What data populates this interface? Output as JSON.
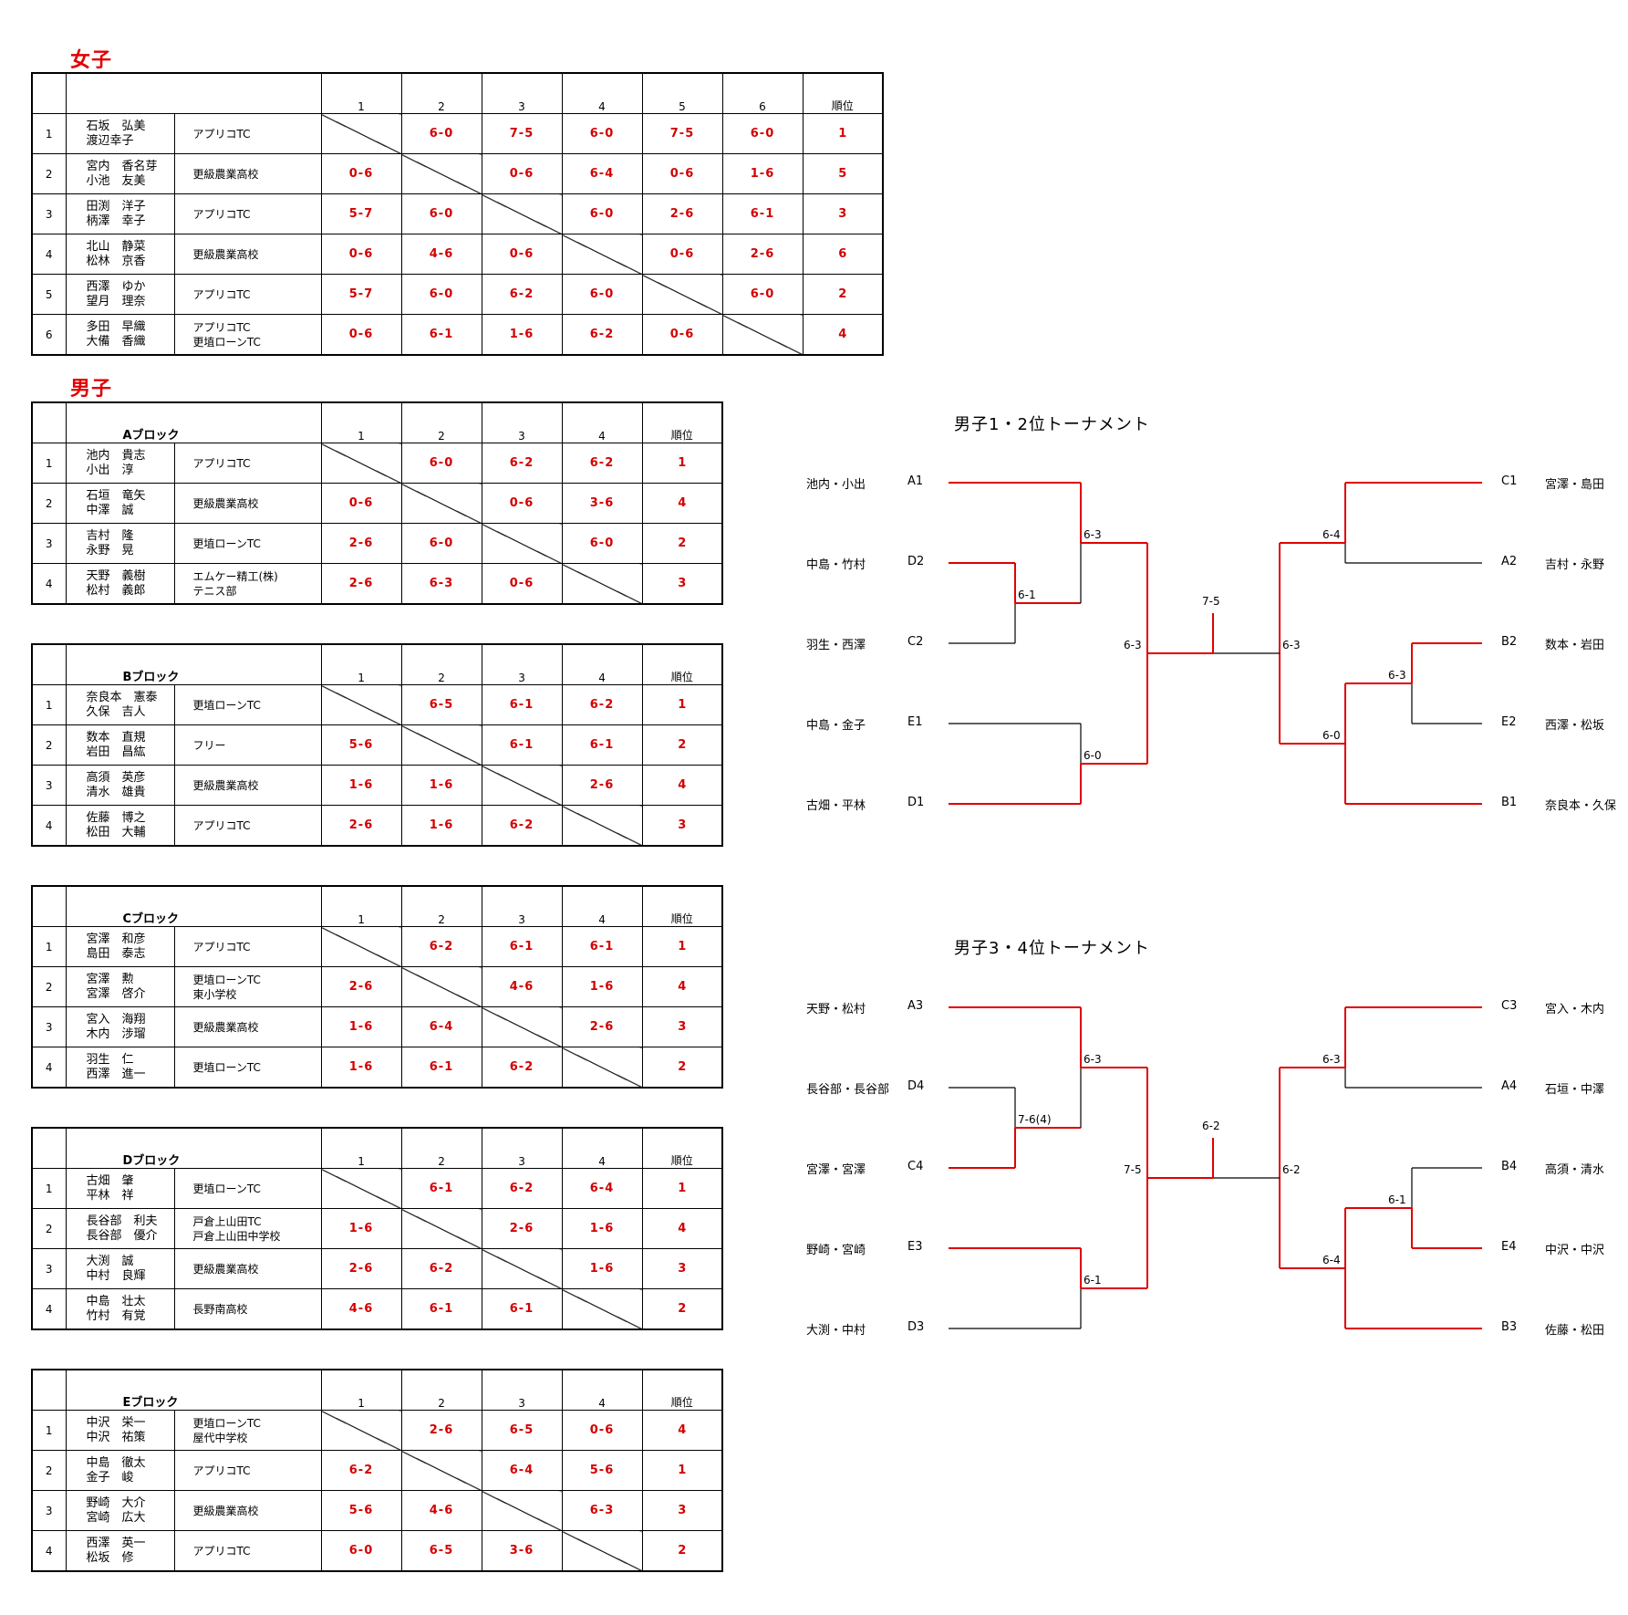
{
  "women": {
    "title": "女子",
    "columns": [
      "1",
      "2",
      "3",
      "4",
      "5",
      "6",
      "順位"
    ],
    "rows": [
      {
        "no": "1",
        "p1": "石坂　弘美",
        "p2": "渡辺幸子",
        "c1": "アプリコTC",
        "c2": "",
        "scores": [
          "",
          "6-0",
          "7-5",
          "6-0",
          "7-5",
          "6-0"
        ],
        "rank": "1"
      },
      {
        "no": "2",
        "p1": "宮内　香名芽",
        "p2": "小池　友美",
        "c1": "更級農業高校",
        "c2": "",
        "scores": [
          "0-6",
          "",
          "0-6",
          "6-4",
          "0-6",
          "1-6"
        ],
        "rank": "5"
      },
      {
        "no": "3",
        "p1": "田渕　洋子",
        "p2": "柄澤　幸子",
        "c1": "アプリコTC",
        "c2": "",
        "scores": [
          "5-7",
          "6-0",
          "",
          "6-0",
          "2-6",
          "6-1"
        ],
        "rank": "3"
      },
      {
        "no": "4",
        "p1": "北山　静菜",
        "p2": "松林　京香",
        "c1": "更級農業高校",
        "c2": "",
        "scores": [
          "0-6",
          "4-6",
          "0-6",
          "",
          "0-6",
          "2-6"
        ],
        "rank": "6"
      },
      {
        "no": "5",
        "p1": "西澤　ゆか",
        "p2": "望月　理奈",
        "c1": "アプリコTC",
        "c2": "",
        "scores": [
          "5-7",
          "6-0",
          "6-2",
          "6-0",
          "",
          "6-0"
        ],
        "rank": "2"
      },
      {
        "no": "6",
        "p1": "多田　早織",
        "p2": "大備　香織",
        "c1": "アプリコTC",
        "c2": "更埴ローンTC",
        "scores": [
          "0-6",
          "6-1",
          "1-6",
          "6-2",
          "0-6",
          ""
        ],
        "rank": "4"
      }
    ]
  },
  "men": {
    "title": "男子",
    "columns": [
      "1",
      "2",
      "3",
      "4",
      "順位"
    ],
    "blocks": [
      {
        "name": "Aブロック",
        "rows": [
          {
            "no": "1",
            "p1": "池内　貴志",
            "p2": "小出　淳",
            "c1": "アプリコTC",
            "c2": "",
            "scores": [
              "",
              "6-0",
              "6-2",
              "6-2"
            ],
            "rank": "1"
          },
          {
            "no": "2",
            "p1": "石垣　竜矢",
            "p2": "中澤　誠",
            "c1": "更級農業高校",
            "c2": "",
            "scores": [
              "0-6",
              "",
              "0-6",
              "3-6"
            ],
            "rank": "4"
          },
          {
            "no": "3",
            "p1": "吉村　隆",
            "p2": "永野　晃",
            "c1": "更埴ローンTC",
            "c2": "",
            "scores": [
              "2-6",
              "6-0",
              "",
              "6-0"
            ],
            "rank": "2"
          },
          {
            "no": "4",
            "p1": "天野　義樹",
            "p2": "松村　義郎",
            "c1": "エムケー精工(株)",
            "c2": "テニス部",
            "scores": [
              "2-6",
              "6-3",
              "0-6",
              ""
            ],
            "rank": "3"
          }
        ]
      },
      {
        "name": "Bブロック",
        "rows": [
          {
            "no": "1",
            "p1": "奈良本　憲泰",
            "p2": "久保　吉人",
            "c1": "更埴ローンTC",
            "c2": "",
            "scores": [
              "",
              "6-5",
              "6-1",
              "6-2"
            ],
            "rank": "1"
          },
          {
            "no": "2",
            "p1": "数本　直規",
            "p2": "岩田　昌紘",
            "c1": "フリー",
            "c2": "",
            "scores": [
              "5-6",
              "",
              "6-1",
              "6-1"
            ],
            "rank": "2"
          },
          {
            "no": "3",
            "p1": "高須　英彦",
            "p2": "清水　雄貴",
            "c1": "更級農業高校",
            "c2": "",
            "scores": [
              "1-6",
              "1-6",
              "",
              "2-6"
            ],
            "rank": "4"
          },
          {
            "no": "4",
            "p1": "佐藤　博之",
            "p2": "松田　大輔",
            "c1": "アプリコTC",
            "c2": "",
            "scores": [
              "2-6",
              "1-6",
              "6-2",
              ""
            ],
            "rank": "3"
          }
        ]
      },
      {
        "name": "Cブロック",
        "rows": [
          {
            "no": "1",
            "p1": "宮澤　和彦",
            "p2": "島田　泰志",
            "c1": "アプリコTC",
            "c2": "",
            "scores": [
              "",
              "6-2",
              "6-1",
              "6-1"
            ],
            "rank": "1"
          },
          {
            "no": "2",
            "p1": "宮澤　勲",
            "p2": "宮澤　啓介",
            "c1": "更埴ローンTC",
            "c2": "東小学校",
            "scores": [
              "2-6",
              "",
              "4-6",
              "1-6"
            ],
            "rank": "4"
          },
          {
            "no": "3",
            "p1": "宮入　海翔",
            "p2": "木内　涉瑠",
            "c1": "更級農業高校",
            "c2": "",
            "scores": [
              "1-6",
              "6-4",
              "",
              "2-6"
            ],
            "rank": "3"
          },
          {
            "no": "4",
            "p1": "羽生　仁",
            "p2": "西澤　進一",
            "c1": "更埴ローンTC",
            "c2": "",
            "scores": [
              "1-6",
              "6-1",
              "6-2",
              ""
            ],
            "rank": "2"
          }
        ]
      },
      {
        "name": "Dブロック",
        "rows": [
          {
            "no": "1",
            "p1": "古畑　肇",
            "p2": "平林　祥",
            "c1": "更埴ローンTC",
            "c2": "",
            "scores": [
              "",
              "6-1",
              "6-2",
              "6-4"
            ],
            "rank": "1"
          },
          {
            "no": "2",
            "p1": "長谷部　利夫",
            "p2": "長谷部　優介",
            "c1": "戸倉上山田TC",
            "c2": "戸倉上山田中学校",
            "scores": [
              "1-6",
              "",
              "2-6",
              "1-6"
            ],
            "rank": "4"
          },
          {
            "no": "3",
            "p1": "大渕　誠",
            "p2": "中村　良輝",
            "c1": "更級農業高校",
            "c2": "",
            "scores": [
              "2-6",
              "6-2",
              "",
              "1-6"
            ],
            "rank": "3"
          },
          {
            "no": "4",
            "p1": "中島　壮太",
            "p2": "竹村　有覚",
            "c1": "長野南高校",
            "c2": "",
            "scores": [
              "4-6",
              "6-1",
              "6-1",
              ""
            ],
            "rank": "2"
          }
        ]
      },
      {
        "name": "Eブロック",
        "rows": [
          {
            "no": "1",
            "p1": "中沢　栄一",
            "p2": "中沢　祐策",
            "c1": "更埴ローンTC",
            "c2": "屋代中学校",
            "scores": [
              "",
              "2-6",
              "6-5",
              "0-6"
            ],
            "rank": "4"
          },
          {
            "no": "2",
            "p1": "中島　徹太",
            "p2": "金子　峻",
            "c1": "アプリコTC",
            "c2": "",
            "scores": [
              "6-2",
              "",
              "6-4",
              "5-6"
            ],
            "rank": "1"
          },
          {
            "no": "3",
            "p1": "野崎　大介",
            "p2": "宮崎　広大",
            "c1": "更級農業高校",
            "c2": "",
            "scores": [
              "5-6",
              "4-6",
              "",
              "6-3"
            ],
            "rank": "3"
          },
          {
            "no": "4",
            "p1": "西澤　英一",
            "p2": "松坂　修",
            "c1": "アプリコTC",
            "c2": "",
            "scores": [
              "6-0",
              "6-5",
              "3-6",
              ""
            ],
            "rank": "2"
          }
        ]
      }
    ]
  },
  "tournaments": [
    {
      "title": "男子1・2位トーナメント",
      "left": [
        {
          "team": "池内・小出",
          "seed": "A1"
        },
        {
          "team": "中島・竹村",
          "seed": "D2"
        },
        {
          "team": "羽生・西澤",
          "seed": "C2"
        },
        {
          "team": "中島・金子",
          "seed": "E1"
        },
        {
          "team": "古畑・平林",
          "seed": "D1"
        }
      ],
      "right": [
        {
          "seed": "C1",
          "team": "宮澤・島田"
        },
        {
          "seed": "A2",
          "team": "吉村・永野"
        },
        {
          "seed": "B2",
          "team": "数本・岩田"
        },
        {
          "seed": "E2",
          "team": "西澤・松坂"
        },
        {
          "seed": "B1",
          "team": "奈良本・久保"
        }
      ],
      "scores": {
        "l_first": "6-1",
        "l_semi_top": "6-3",
        "l_semi_bot": "6-0",
        "l_final": "6-3",
        "final": "7-5",
        "r_final": "6-3",
        "r_semi_top": "6-4",
        "r_first": "6-3",
        "r_semi_bot": "6-0"
      }
    },
    {
      "title": "男子3・4位トーナメント",
      "left": [
        {
          "team": "天野・松村",
          "seed": "A3"
        },
        {
          "team": "長谷部・長谷部",
          "seed": "D4"
        },
        {
          "team": "宮澤・宮澤",
          "seed": "C4"
        },
        {
          "team": "野崎・宮崎",
          "seed": "E3"
        },
        {
          "team": "大渕・中村",
          "seed": "D3"
        }
      ],
      "right": [
        {
          "seed": "C3",
          "team": "宮入・木内"
        },
        {
          "seed": "A4",
          "team": "石垣・中澤"
        },
        {
          "seed": "B4",
          "team": "高須・清水"
        },
        {
          "seed": "E4",
          "team": "中沢・中沢"
        },
        {
          "seed": "B3",
          "team": "佐藤・松田"
        }
      ],
      "scores": {
        "l_first": "7-6(4)",
        "l_semi_top": "6-3",
        "l_semi_bot": "6-1",
        "l_final": "7-5",
        "final": "6-2",
        "r_final": "6-2",
        "r_semi_top": "6-3",
        "r_first": "6-1",
        "r_semi_bot": "6-4"
      }
    }
  ],
  "colors": {
    "accent": "#e00000",
    "line": "#000000"
  }
}
